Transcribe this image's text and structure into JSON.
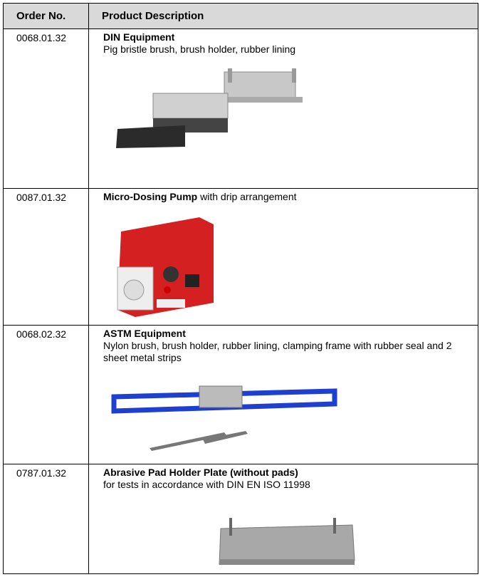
{
  "table": {
    "headers": {
      "order_no": "Order No.",
      "description": "Product  Description"
    },
    "rows": [
      {
        "order_no": "0068.01.32",
        "title": "DIN Equipment",
        "title_suffix": "",
        "description": "Pig bristle brush, brush holder, rubber lining",
        "image": "din-equipment-image"
      },
      {
        "order_no": "0087.01.32",
        "title": "Micro-Dosing Pump",
        "title_suffix": " with drip arrangement",
        "description": "",
        "image": "micro-dosing-pump-image"
      },
      {
        "order_no": "0068.02.32",
        "title": "ASTM Equipment",
        "title_suffix": "",
        "description": "Nylon brush, brush holder, rubber lining, clamping frame with rubber seal and 2 sheet metal strips",
        "image": "astm-equipment-image"
      },
      {
        "order_no": "0787.01.32",
        "title": "Abrasive Pad Holder Plate (without pads)",
        "title_suffix": "",
        "description": "for tests in accordance with DIN EN ISO 11998",
        "image": "pad-holder-plate-image"
      }
    ]
  }
}
